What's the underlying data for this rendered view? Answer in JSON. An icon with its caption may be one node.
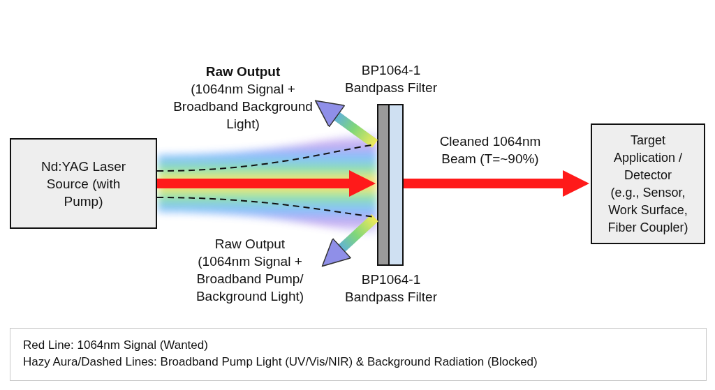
{
  "diagram": {
    "nodes": [
      {
        "text": [
          "Nd:YAG Laser Source (with Pump)"
        ]
      },
      {
        "text": [
          "BP1064-1 Bandpass Filter",
          "BP1064-1 Bandpass Filter"
        ]
      },
      {
        "text": [
          "Target Application / Detector",
          "(e.g., Sensor, Work Surface, Fiber Coupler)"
        ]
      },
      {
        "text": [
          "Raw Output",
          "(1064nm Signal + Broadband Background Light)"
        ]
      },
      {
        "text": [
          "Raw Output",
          "(1064nm Signal + Broadband Pump/ Background Light)"
        ]
      }
    ],
    "edges": [
      {
        "from": 0,
        "to": 1,
        "arrow": "to",
        "style": "thick",
        "color": "#ff1a1a"
      },
      {
        "from": 1,
        "to": 2,
        "arrow": "to",
        "label": "Cleaned 1064nm Beam (T=~90%)",
        "style": "thick",
        "color": "#ff1a1a"
      },
      {
        "from": 1,
        "to": 3,
        "arrow": "to",
        "style": "thick"
      },
      {
        "from": 1,
        "to": 4,
        "arrow": "to",
        "style": "thick"
      },
      {
        "from": 0,
        "to": 1,
        "arrow": "none",
        "style": "dashed",
        "color": "#111111"
      },
      {
        "from": 0,
        "to": 1,
        "arrow": "none",
        "style": "dashed",
        "color": "#111111"
      }
    ],
    "labels": [
      "Red Line: 1064nm Signal (Wanted)",
      "Hazy Aura/Dashed Lines: Broadband Pump Light (UV/Vis/NIR) & Background Radiation (Blocked)"
    ]
  }
}
